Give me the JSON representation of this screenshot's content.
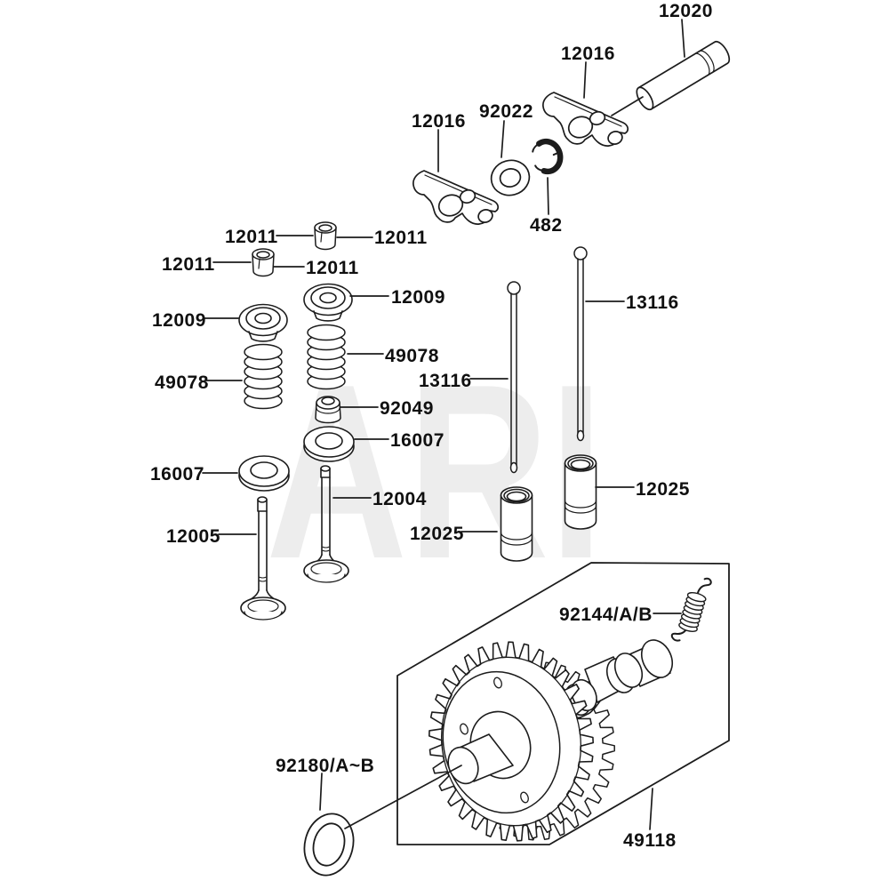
{
  "diagram_title": "engine-valve-and-camshaft-parts-diagram",
  "watermark": {
    "text": "ARI"
  },
  "colors": {
    "background": "#ffffff",
    "line": "#1c1c1c",
    "text": "#101010",
    "watermark": "#ededed"
  },
  "labels": [
    {
      "id": "l0",
      "part": "rocker-pivot-pin",
      "text": "12020"
    },
    {
      "id": "l1",
      "part": "rocker-arm-right",
      "text": "12016"
    },
    {
      "id": "l2",
      "part": "washer",
      "text": "92022"
    },
    {
      "id": "l3",
      "part": "rocker-arm-left",
      "text": "12016"
    },
    {
      "id": "l4",
      "part": "circlip",
      "text": "482"
    },
    {
      "id": "l5",
      "part": "valve-keeper",
      "text": "12011"
    },
    {
      "id": "l6",
      "part": "valve-keeper",
      "text": "12011"
    },
    {
      "id": "l7",
      "part": "valve-keeper",
      "text": "12011"
    },
    {
      "id": "l8",
      "part": "valve-keeper",
      "text": "12011"
    },
    {
      "id": "l9",
      "part": "spring-retainer-right",
      "text": "12009"
    },
    {
      "id": "l10",
      "part": "spring-retainer-left",
      "text": "12009"
    },
    {
      "id": "l11",
      "part": "push-rod-right",
      "text": "13116"
    },
    {
      "id": "l12",
      "part": "valve-spring-right",
      "text": "49078"
    },
    {
      "id": "l13",
      "part": "valve-spring-left",
      "text": "49078"
    },
    {
      "id": "l14",
      "part": "push-rod-left",
      "text": "13116"
    },
    {
      "id": "l15",
      "part": "valve-stem-seal",
      "text": "92049"
    },
    {
      "id": "l16",
      "part": "spring-seat-right",
      "text": "16007"
    },
    {
      "id": "l17",
      "part": "spring-seat-left",
      "text": "16007"
    },
    {
      "id": "l18",
      "part": "valve-inlet",
      "text": "12004"
    },
    {
      "id": "l19",
      "part": "tappet-left",
      "text": "12025"
    },
    {
      "id": "l20",
      "part": "valve-exhaust",
      "text": "12005"
    },
    {
      "id": "l21",
      "part": "tappet-right",
      "text": "12025"
    },
    {
      "id": "l22",
      "part": "governor-spring",
      "text": "92144/A/B"
    },
    {
      "id": "l23",
      "part": "shim",
      "text": "92180/A~B"
    },
    {
      "id": "l24",
      "part": "camshaft-assembly",
      "text": "49118"
    }
  ]
}
